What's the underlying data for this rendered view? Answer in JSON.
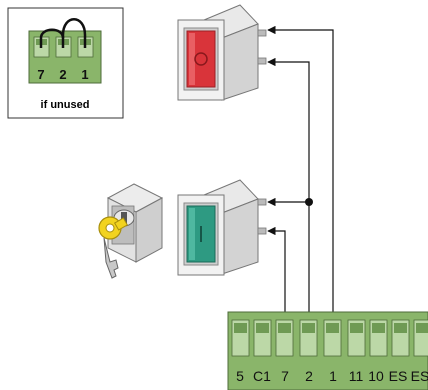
{
  "inset": {
    "caption": "if unused",
    "terminal_labels": [
      "7",
      "2",
      "1"
    ]
  },
  "terminal_block": {
    "labels": [
      "5",
      "C1",
      "7",
      "2",
      "1",
      "11",
      "10",
      "ES",
      "ES"
    ]
  },
  "components": {
    "stop_button_icon": "red-stop-pushbutton-icon",
    "start_button_icon": "green-start-pushbutton-icon",
    "key_switch_icon": "key-selector-switch-icon"
  },
  "colors": {
    "terminal_green": "#8ab56a",
    "stop_red": "#d9343a",
    "start_green": "#2e9a82",
    "key_yellow": "#f2d320",
    "wire": "#111111"
  }
}
